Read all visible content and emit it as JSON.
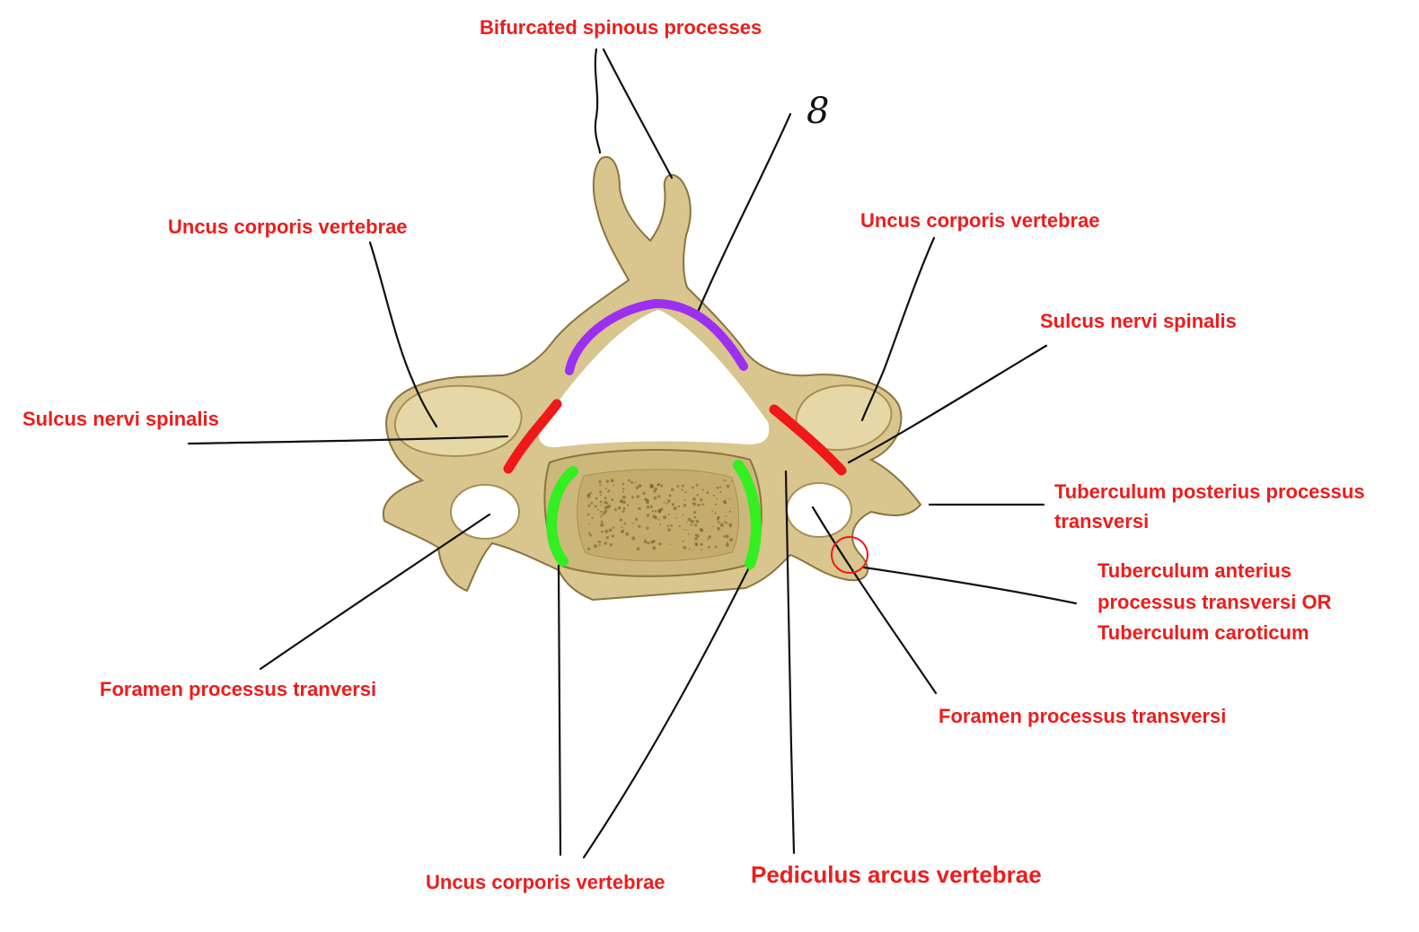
{
  "colors": {
    "label": "#ee1c1c",
    "leader": "#111111",
    "bone_fill": "#d9c58e",
    "bone_edge": "#8b7440",
    "bone_shadow": "#a88f55",
    "highlight_purple": "#9b30f0",
    "highlight_red": "#f01818",
    "highlight_green": "#33ee20"
  },
  "labels": {
    "bifurcated_spinous": "Bifurcated spinous processes",
    "uncus_left": "Uncus corporis vertebrae",
    "uncus_right": "Uncus corporis vertebrae",
    "sulcus_left": "Sulcus nervi spinalis",
    "sulcus_right": "Sulcus nervi spinalis",
    "tuberculum_posterius_1": "Tuberculum posterius processus",
    "tuberculum_posterius_2": "transversi",
    "tuberculum_anterius_1": "Tuberculum anterius",
    "tuberculum_anterius_2": "processus transversi OR",
    "tuberculum_anterius_3": "Tuberculum caroticum",
    "foramen_left": "Foramen processus tranversi",
    "foramen_right": "Foramen processus transversi",
    "uncus_bottom": "Uncus corporis vertebrae",
    "pediculus": "Pediculus arcus vertebrae",
    "handwritten_mark": "8"
  }
}
